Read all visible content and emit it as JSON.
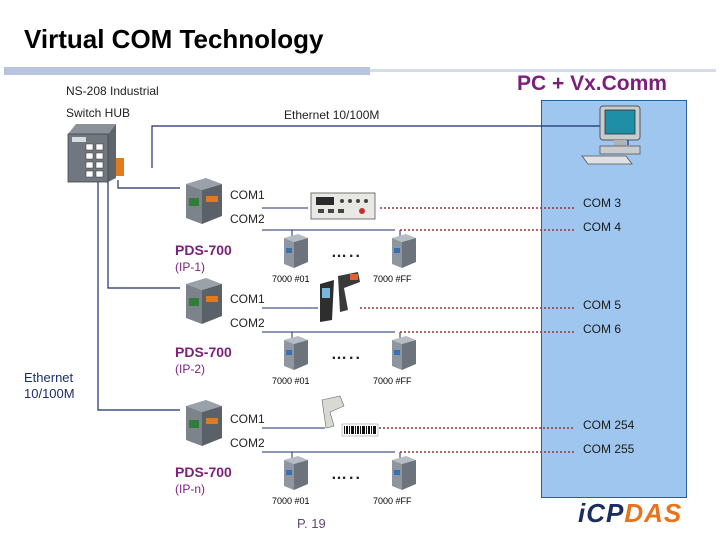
{
  "title": "Virtual COM Technology",
  "pc_title": "PC  + Vx.Comm",
  "hub_label_line1": "NS-208 Industrial",
  "hub_label_line2": "Switch HUB",
  "ethernet_top": "Ethernet 10/100M",
  "ethernet_left_line1": "Ethernet",
  "ethernet_left_line2": "10/100M",
  "groups": [
    {
      "name": "PDS-700",
      "ip": "(IP-1)",
      "com1": "COM1",
      "com2": "COM2",
      "pc_com_a": "COM 3",
      "pc_com_b": "COM 4",
      "module_first": "7000 #01",
      "module_last": "7000 #FF",
      "dots": "….."
    },
    {
      "name": "PDS-700",
      "ip": "(IP-2)",
      "com1": "COM1",
      "com2": "COM2",
      "pc_com_a": "COM 5",
      "pc_com_b": "COM 6",
      "module_first": "7000 #01",
      "module_last": "7000 #FF",
      "dots": "….."
    },
    {
      "name": "PDS-700",
      "ip": "(IP-n)",
      "com1": "COM1",
      "com2": "COM2",
      "pc_com_a": "COM 254",
      "pc_com_b": "COM 255",
      "module_first": "7000 #01",
      "module_last": "7000 #FF",
      "dots": "….."
    }
  ],
  "page_number": "P. 19",
  "logo": {
    "text_main": "iCP",
    "text_accent": "DAS"
  },
  "colors": {
    "accent_purple": "#7a1f7a",
    "pc_panel": "#9fc6ee",
    "line_blue": "#1a2e6e",
    "dotted_red": "#a03030"
  },
  "icons": [
    "switch-hub-icon",
    "pc-icon",
    "pds-device-icon",
    "io-module-icon",
    "multimeter-icon",
    "handheld-scanner-icon",
    "barcode-scanner-icon"
  ]
}
